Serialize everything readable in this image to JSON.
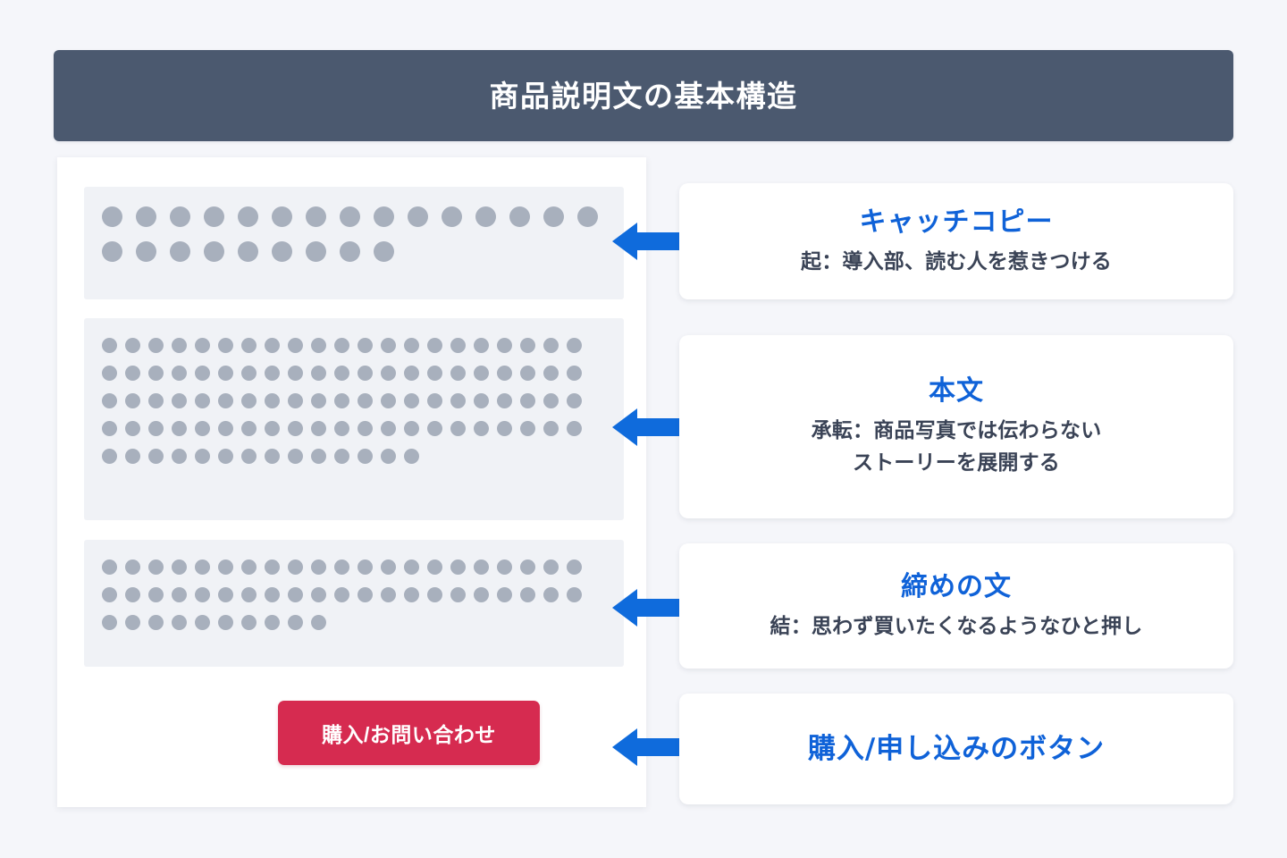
{
  "header": {
    "title": "商品説明文の基本構造"
  },
  "mock_page": {
    "blocks": [
      {
        "name": "catch-copy-placeholder",
        "dot_size": "large",
        "rows": [
          15,
          9
        ]
      },
      {
        "name": "body-placeholder",
        "dot_size": "small",
        "rows": [
          21,
          21,
          21,
          21,
          14
        ]
      },
      {
        "name": "closing-placeholder",
        "dot_size": "small",
        "rows": [
          21,
          21,
          10
        ]
      }
    ],
    "cta_button": {
      "label": "購入/お問い合わせ",
      "background_color": "#d62b50",
      "text_color": "#ffffff"
    }
  },
  "callouts": [
    {
      "name": "catch-copy",
      "title": "キャッチコピー",
      "subtitle_line1": "起：導入部、読む人を惹きつける",
      "subtitle_line2": ""
    },
    {
      "name": "body-text",
      "title": "本文",
      "subtitle_line1": "承転：商品写真では伝わらない",
      "subtitle_line2": "ストーリーを展開する"
    },
    {
      "name": "closing-text",
      "title": "締めの文",
      "subtitle_line1": "結：思わず買いたくなるようなひと押し",
      "subtitle_line2": ""
    },
    {
      "name": "cta-button-label",
      "title": "購入/申し込みのボタン",
      "subtitle_line1": "",
      "subtitle_line2": ""
    }
  ],
  "arrows": {
    "direction": "left",
    "color": "#0f6bdc",
    "count": 4
  },
  "colors": {
    "page_background": "#f5f6fa",
    "header_background": "#4b596f",
    "header_text": "#ffffff",
    "panel_background": "#ffffff",
    "placeholder_block_background": "#f0f2f6",
    "placeholder_dot": "#a8b0bd",
    "callout_title": "#0f62d8",
    "callout_subtitle": "#3a4356",
    "arrow": "#0f6bdc",
    "cta_red": "#d62b50"
  }
}
